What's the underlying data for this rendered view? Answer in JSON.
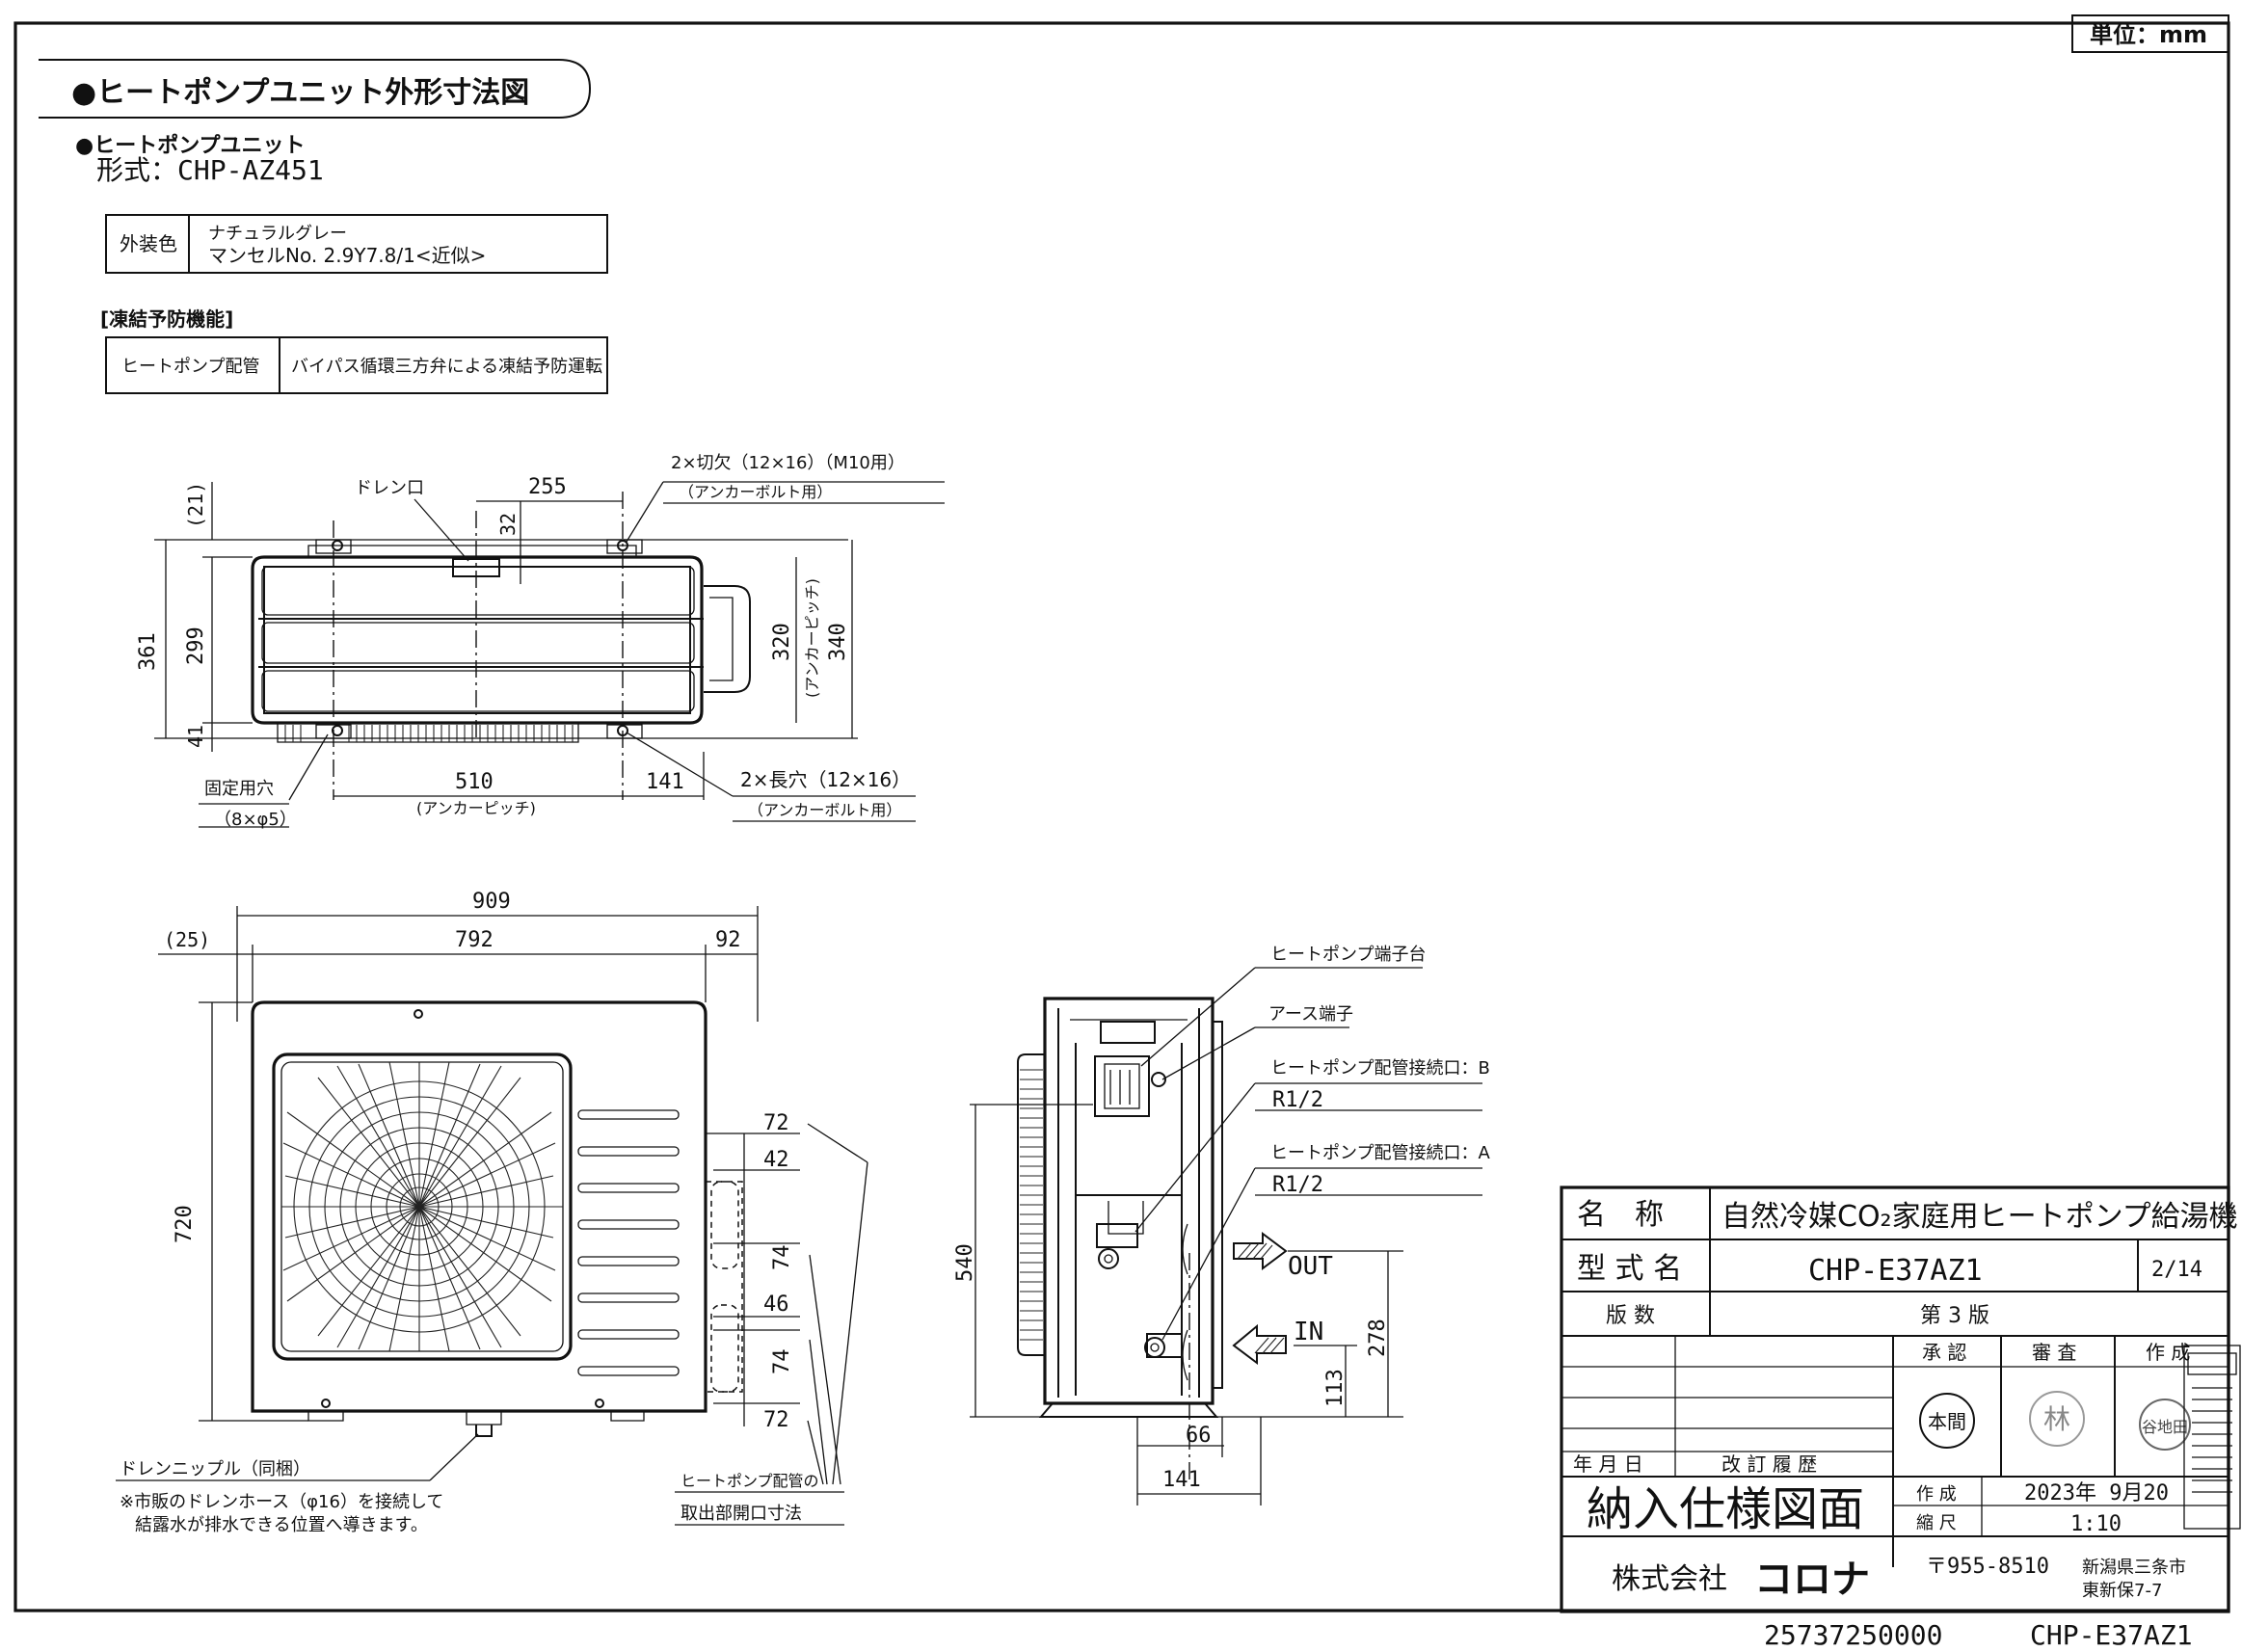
{
  "unit_label": "単位：mm",
  "section_title": "●ヒートポンプユニット外形寸法図",
  "unit_heading": "●ヒートポンプユニット",
  "model_line": "形式：CHP-AZ451",
  "exterior": {
    "label": "外装色",
    "value_line1": "ナチュラルグレー",
    "value_line2": "マンセルNo. 2.9Y7.8/1<近似>"
  },
  "freeze": {
    "heading": "[凍結予防機能]",
    "label": "ヒートポンプ配管",
    "value": "バイパス循環三方弁による凍結予防運転"
  },
  "top_view": {
    "drain_label": "ドレン口",
    "dim_255": "255",
    "dim_32": "32",
    "dim_21": "(21)",
    "dim_361": "361",
    "dim_299": "299",
    "dim_41": "41",
    "dim_320": "320",
    "anchor_pitch_v": "(アンカーピッチ)",
    "dim_340": "340",
    "dim_510": "510",
    "dim_141": "141",
    "anchor_pitch": "(アンカーピッチ)",
    "notch_label": "2×切欠（12×16）（M10用）",
    "notch_sub": "（アンカーボルト用）",
    "slot_label": "2×長穴（12×16）",
    "slot_sub": "（アンカーボルト用）",
    "fix_label": "固定用穴",
    "fix_sub": "（8×φ5）"
  },
  "front_view": {
    "dim_909": "909",
    "dim_25": "(25)",
    "dim_792": "792",
    "dim_92": "92",
    "dim_720": "720",
    "dim_72a": "72",
    "dim_42": "42",
    "dim_74a": "74",
    "dim_46": "46",
    "dim_74b": "74",
    "dim_72b": "72",
    "drain_nipple": "ドレンニップル（同梱）",
    "note_line1": "※市販のドレンホース（φ16）を接続して",
    "note_line2": "結露水が排水できる位置へ導きます。",
    "opening_line1": "ヒートポンプ配管の",
    "opening_line2": "取出部開口寸法"
  },
  "side_view": {
    "terminal_block": "ヒートポンプ端子台",
    "earth": "アース端子",
    "conn_b": "ヒートポンプ配管接続口：B",
    "conn_b_size": "R1/2",
    "conn_a": "ヒートポンプ配管接続口：A",
    "conn_a_size": "R1/2",
    "out": "OUT",
    "in": "IN",
    "dim_540": "540",
    "dim_278": "278",
    "dim_113": "113",
    "dim_66": "66",
    "dim_141": "141"
  },
  "title_block": {
    "name_label": "名　称",
    "name_value": "自然冷媒CO₂家庭用ヒートポンプ給湯機",
    "model_label": "型 式 名",
    "model_value": "CHP-E37AZ1",
    "page": "2/14",
    "edition_label": "版 数",
    "edition_value": "第 3 版",
    "approve": "承 認",
    "review": "審 査",
    "create": "作 成",
    "stamp1": "本間",
    "stamp2": "林",
    "stamp3": "谷地田",
    "date_label": "年 月 日",
    "history_label": "改 訂 履 歴",
    "drawing_title": "納入仕様図面",
    "made_label": "作 成",
    "made_value": "2023年 9月20",
    "scale_label": "縮 尺",
    "scale_value": "1:10",
    "company_prefix": "株式会社",
    "company_name": "コロナ",
    "postal": "〒955-8510",
    "addr1": "新潟県三条市",
    "addr2": "東新保7-7"
  },
  "footer": {
    "code": "25737250000",
    "model": "CHP-E37AZ1"
  }
}
